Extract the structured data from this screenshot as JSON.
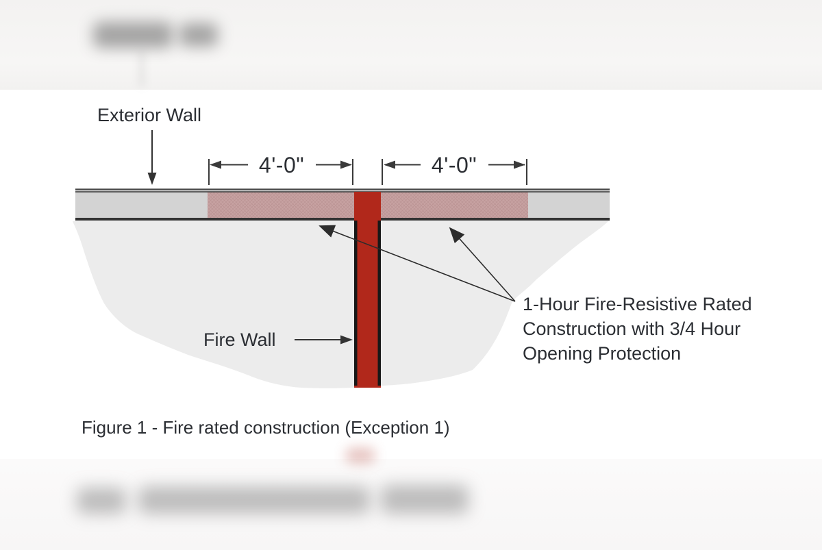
{
  "figure": {
    "exterior_wall_label": "Exterior Wall",
    "fire_wall_label": "Fire Wall",
    "dimension_left": "4'-0\"",
    "dimension_right": "4'-0\"",
    "annotation_lines": [
      "1-Hour Fire-Resistive Rated",
      "Construction with 3/4 Hour",
      "Opening Protection"
    ],
    "caption": "Figure 1 - Fire rated construction (Exception 1)",
    "colors": {
      "fire_wall_red": "#b1281b",
      "rated_zone_pink": "#c7a2a2",
      "exterior_wall_gray": "#d3d3d3",
      "ceiling_gray": "#ececec",
      "line_dark": "#333333",
      "text": "#2b2e33"
    }
  }
}
